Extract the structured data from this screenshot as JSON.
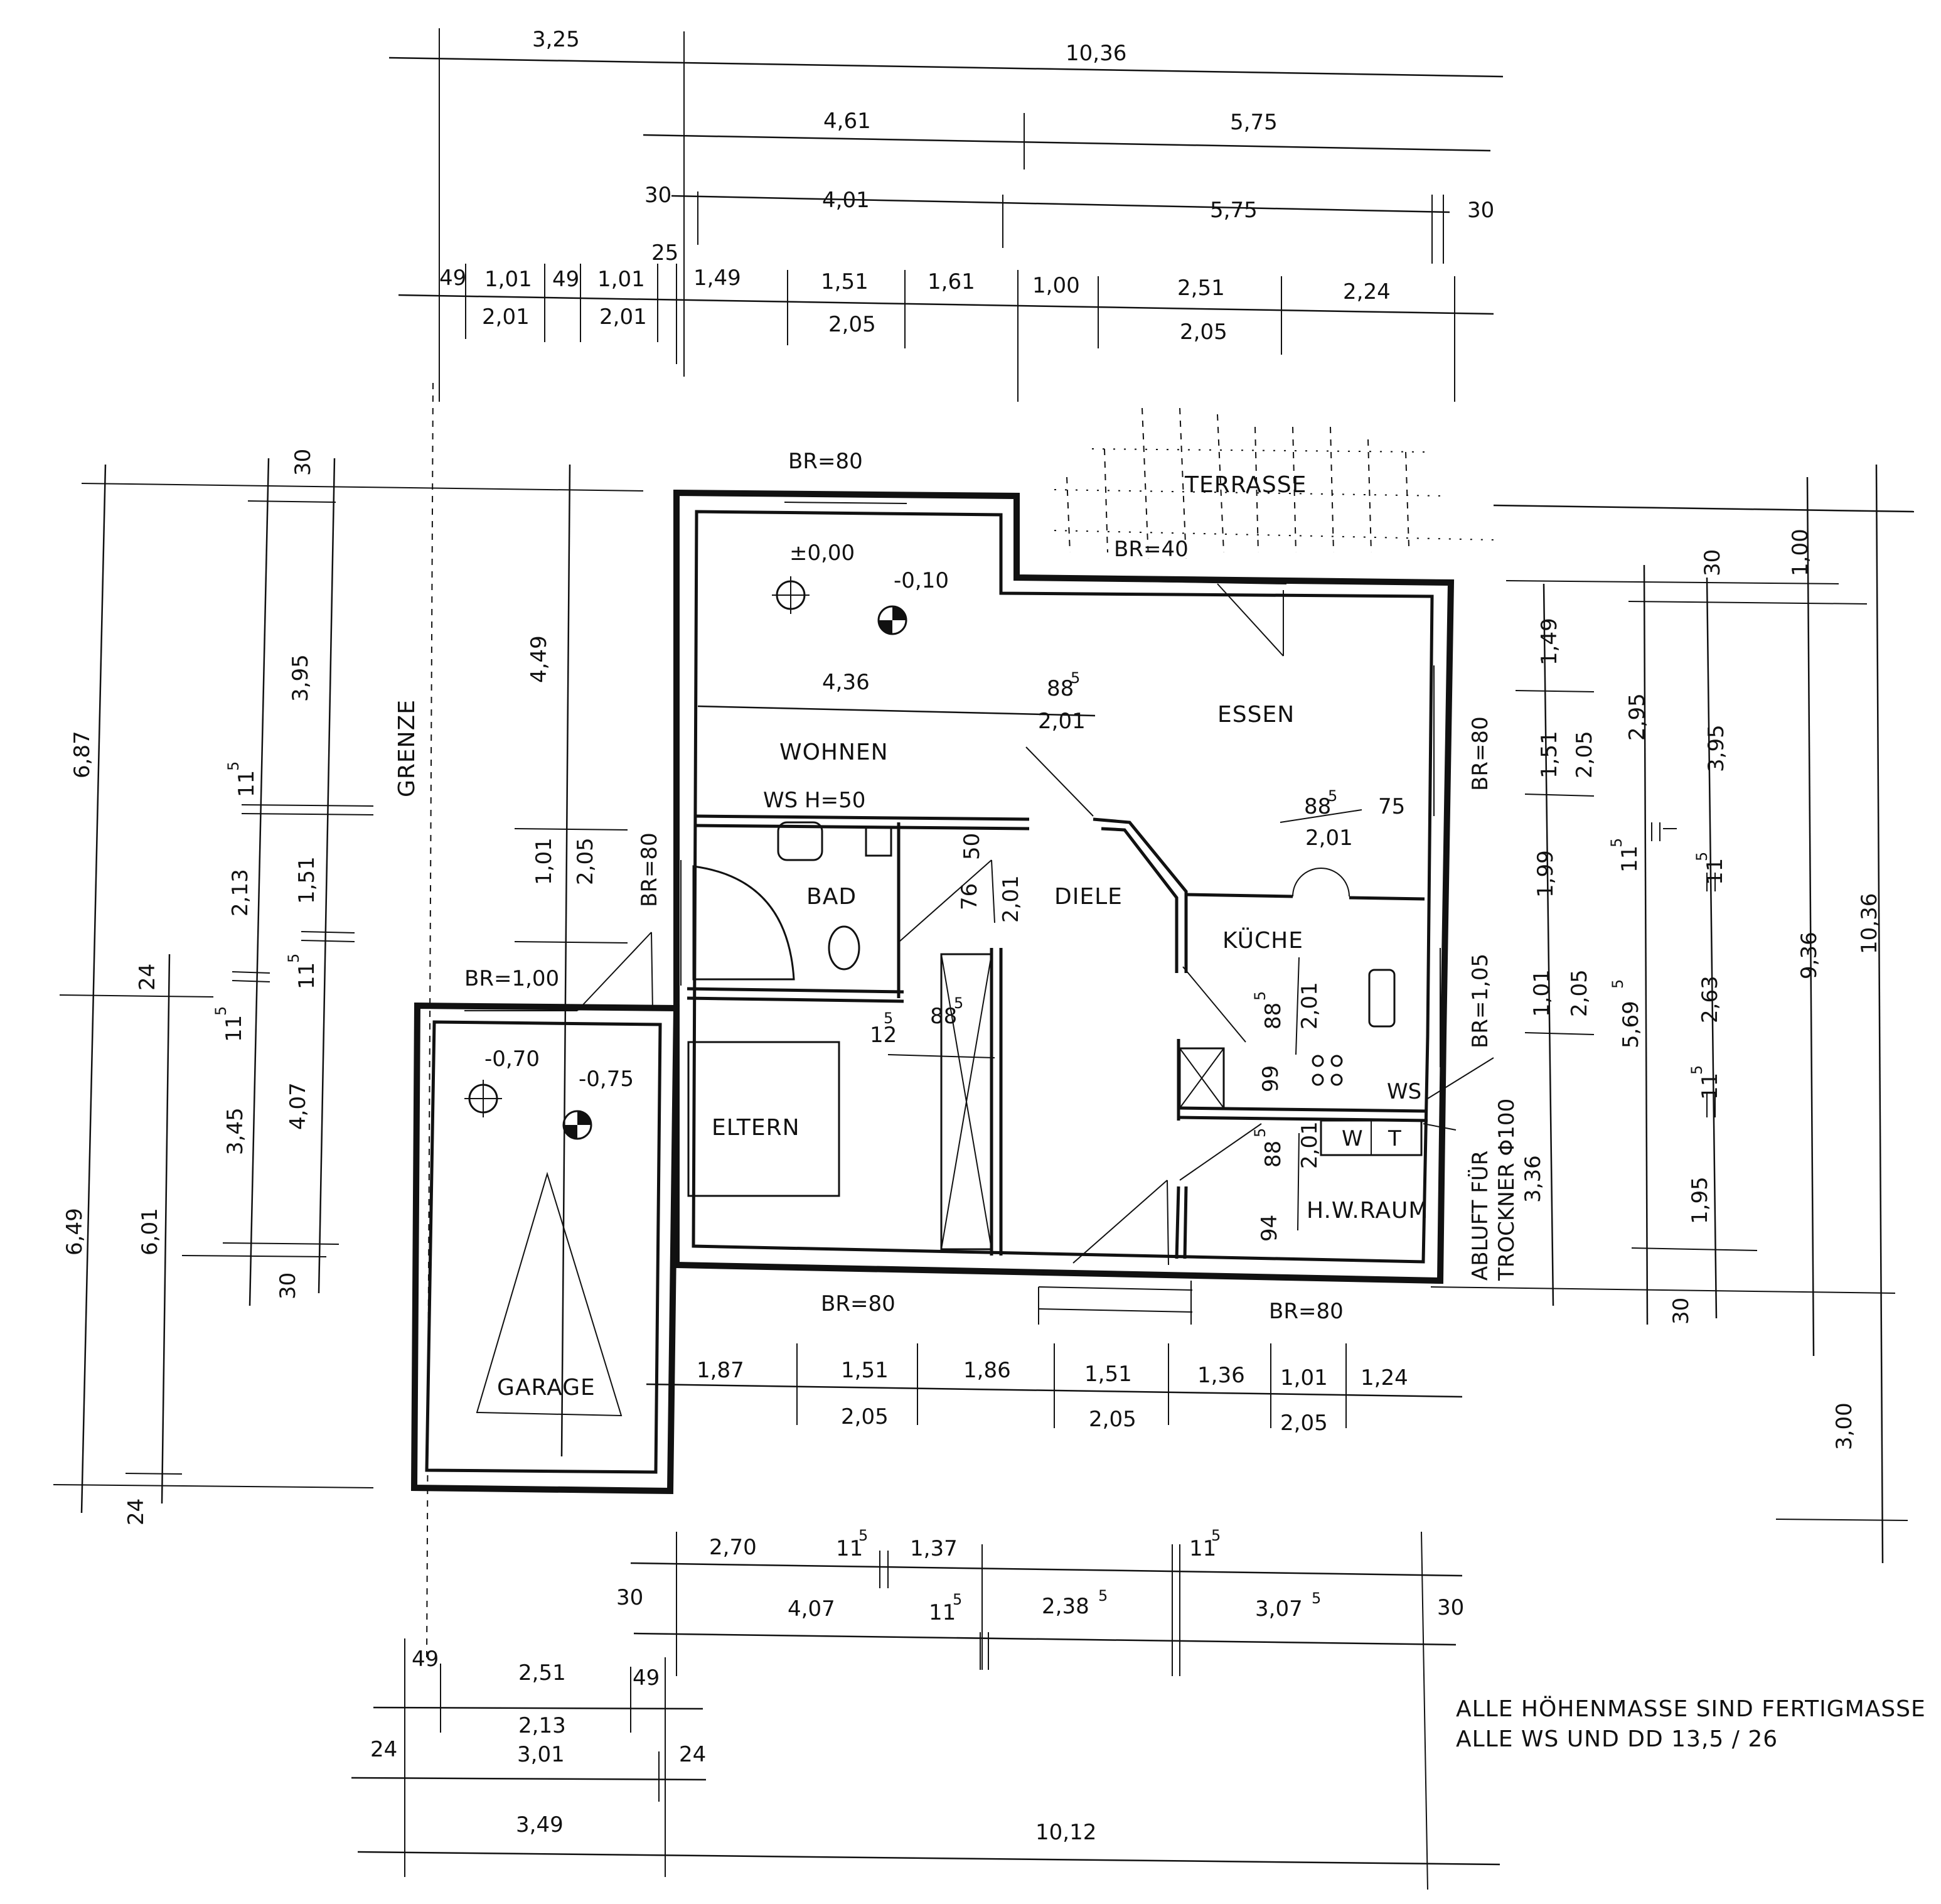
{
  "rooms": {
    "wohnen": "WOHNEN",
    "essen": "ESSEN",
    "terrasse": "TERRASSE",
    "bad": "BAD",
    "diele": "DIELE",
    "kueche": "KÜCHE",
    "eltern": "ELTERN",
    "hw_raum": "H.W.RAUM",
    "garage": "GARAGE",
    "grenze": "GRENZE"
  },
  "labels": {
    "br80_top": "BR=80",
    "br40": "BR=40",
    "br80_right": "BR=80",
    "br105": "BR=1,05",
    "br80_left": "BR=80",
    "br100": "BR=1,00",
    "br80_bottom": "BR=80",
    "br80_bottom_right": "BR=80",
    "ws_h50": "WS H=50",
    "level_0": "±0,00",
    "level_010": "-0,10",
    "level_070": "-0,70",
    "level_075": "-0,75",
    "ws": "WS",
    "w": "W",
    "t": "T",
    "abluft1": "ABLUFT FÜR",
    "abluft2": "TROCKNER Φ100"
  },
  "notes": {
    "line1": "ALLE HÖHENMASSE SIND FERTIGMASSE",
    "line2": "ALLE WS UND DD  13,5 / 26"
  },
  "dims_top": {
    "r1a": "3,25",
    "r1b": "10,36",
    "r2a": "4,61",
    "r2b": "5,75",
    "r3a": "30",
    "r3b": "4,01",
    "r3c": "5,75",
    "r3d": "30",
    "r4_25": "25",
    "r4a": "49",
    "r4b": "1,01",
    "r4c": "49",
    "r4d": "1,01",
    "r4e": "1,49",
    "r4f": "1,51",
    "r4g": "1,61",
    "r4h": "1,00",
    "r4i": "2,51",
    "r4j": "2,24",
    "r5a": "2,01",
    "r5b": "2,01",
    "r5c": "2,05",
    "r5d": "2,05"
  },
  "dims_left": {
    "a1": "6,87",
    "a2": "6,49",
    "b1": "24",
    "b2": "6,01",
    "b3": "24",
    "c1": "11",
    "c1s": "5",
    "c2": "2,13",
    "c3": "11",
    "c3s": "5",
    "c4": "3,45",
    "d1": "30",
    "d2": "3,95",
    "d3": "1,51",
    "d4": "11",
    "d4s": "5",
    "d5": "4,07",
    "d6": "30",
    "e1": "4,49",
    "e2": "1,01",
    "e3": "2,05"
  },
  "dims_right": {
    "a1": "1,00",
    "a2": "10,36",
    "a3": "3,00",
    "b1": "30",
    "b2": "3,95",
    "b3": "11",
    "b3s": "5",
    "b4": "2,63",
    "b5": "11",
    "b5s": "5",
    "b6": "1,95",
    "b7": "9,36",
    "c1": "2,95",
    "c2": "11",
    "c2s": "5",
    "c3": "5,69",
    "c3s": "5",
    "c4": "30",
    "d1": "1,49",
    "d2": "1,51",
    "d3": "1,99",
    "d4": "1,01",
    "d5": "2,05",
    "d6": "2,05",
    "e1": "3,36"
  },
  "dims_bottom": {
    "r1a": "1,87",
    "r1b": "1,51",
    "r1c": "1,86",
    "r1d": "1,51",
    "r1e": "1,36",
    "r1f": "1,01",
    "r1g": "1,24",
    "r2a": "2,05",
    "r2b": "2,05",
    "r2c": "2,05",
    "r3a": "2,70",
    "r3b": "11",
    "r3bs": "5",
    "r3c": "1,37",
    "r3d": "11",
    "r3ds": "5",
    "r4a": "30",
    "r4b": "4,07",
    "r4c": "11",
    "r4cs": "5",
    "r4d": "2,38",
    "r4ds": "5",
    "r4e": "3,07",
    "r4es": "5",
    "r4f": "30",
    "g1": "49",
    "g2": "2,51",
    "g3": "49",
    "g4": "2,13",
    "g5": "24",
    "g6": "3,01",
    "g7": "24",
    "t1": "3,49",
    "t2": "10,12"
  },
  "dims_inner": {
    "wohnen_w": "4,36",
    "d885a": "88",
    "d885as": "5",
    "d201a": "2,01",
    "d885b": "88",
    "d885bs": "5",
    "d75": "75",
    "d201b": "2,01",
    "d50": "50",
    "d76": "76",
    "d201c": "2,01",
    "d125": "12",
    "d125s": "5",
    "d885c": "88",
    "d885cs": "5",
    "d885d": "88",
    "d885ds": "5",
    "d201d": "2,01",
    "d99": "99",
    "d885e": "88",
    "d885es": "5",
    "d201e": "2,01",
    "d94": "94"
  }
}
